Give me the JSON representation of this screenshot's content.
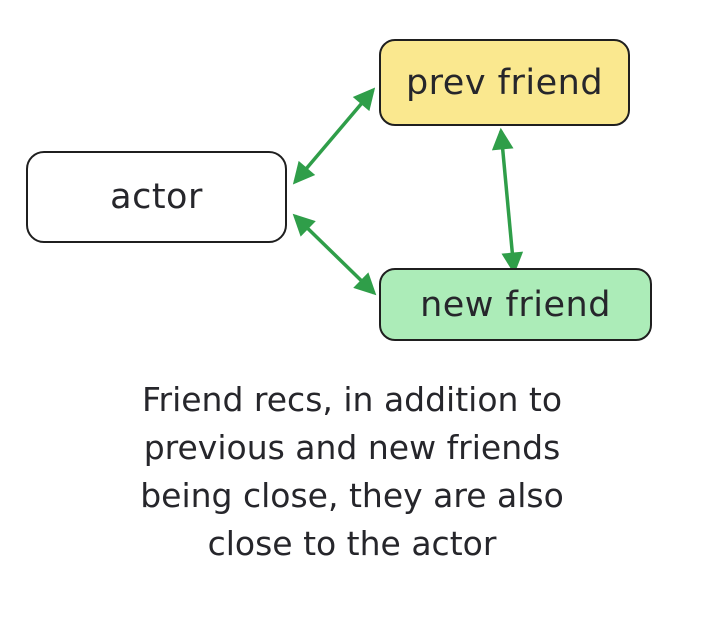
{
  "diagram": {
    "nodes": [
      {
        "id": "actor",
        "label": "actor"
      },
      {
        "id": "prev_friend",
        "label": "prev friend"
      },
      {
        "id": "new_friend",
        "label": "new friend"
      }
    ],
    "edges": [
      {
        "from": "actor",
        "to": "prev_friend",
        "direction": "bidirectional"
      },
      {
        "from": "actor",
        "to": "new_friend",
        "direction": "bidirectional"
      },
      {
        "from": "prev_friend",
        "to": "new_friend",
        "direction": "bidirectional"
      }
    ]
  },
  "caption": {
    "lines": [
      "Friend recs, in addition to",
      "previous and new friends",
      "being close, they are also",
      "close to the actor"
    ]
  },
  "colors": {
    "node-actor": "#ffffff",
    "node-prev-friend": "#fae88f",
    "node-new-friend": "#acecb8",
    "edge": "#2f9e49",
    "border": "#1f1f1f",
    "text": "#26262b"
  }
}
